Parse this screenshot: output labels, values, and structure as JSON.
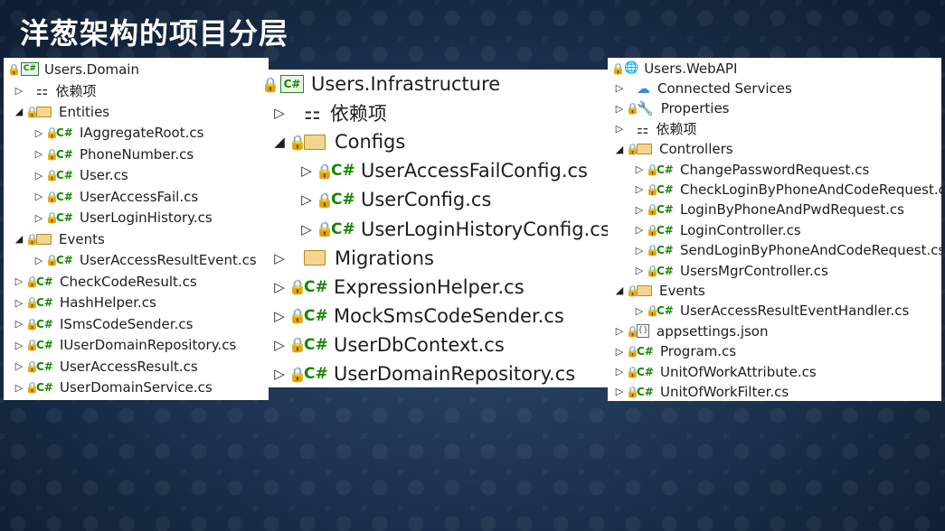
{
  "slide": {
    "title": "洋葱架构的项目分层"
  },
  "domain": {
    "project": "Users.Domain",
    "items": [
      {
        "label": "依赖项",
        "kind": "deps",
        "level": 1
      },
      {
        "label": "Entities",
        "kind": "folder",
        "level": 1,
        "expanded": true
      },
      {
        "label": "IAggregateRoot.cs",
        "kind": "cs",
        "level": 2
      },
      {
        "label": "PhoneNumber.cs",
        "kind": "cs",
        "level": 2
      },
      {
        "label": "User.cs",
        "kind": "cs",
        "level": 2
      },
      {
        "label": "UserAccessFail.cs",
        "kind": "cs",
        "level": 2
      },
      {
        "label": "UserLoginHistory.cs",
        "kind": "cs",
        "level": 2
      },
      {
        "label": "Events",
        "kind": "folder",
        "level": 1,
        "expanded": true
      },
      {
        "label": "UserAccessResultEvent.cs",
        "kind": "cs",
        "level": 2
      },
      {
        "label": "CheckCodeResult.cs",
        "kind": "cs",
        "level": 1
      },
      {
        "label": "HashHelper.cs",
        "kind": "cs",
        "level": 1
      },
      {
        "label": "ISmsCodeSender.cs",
        "kind": "cs",
        "level": 1
      },
      {
        "label": "IUserDomainRepository.cs",
        "kind": "cs",
        "level": 1
      },
      {
        "label": "UserAccessResult.cs",
        "kind": "cs",
        "level": 1
      },
      {
        "label": "UserDomainService.cs",
        "kind": "cs",
        "level": 1
      }
    ]
  },
  "infra": {
    "project": "Users.Infrastructure",
    "items": [
      {
        "label": "依赖项",
        "kind": "deps",
        "level": 1
      },
      {
        "label": "Configs",
        "kind": "folder",
        "level": 1,
        "expanded": true
      },
      {
        "label": "UserAccessFailConfig.cs",
        "kind": "cs",
        "level": 2
      },
      {
        "label": "UserConfig.cs",
        "kind": "cs",
        "level": 2
      },
      {
        "label": "UserLoginHistoryConfig.cs",
        "kind": "cs",
        "level": 2
      },
      {
        "label": "Migrations",
        "kind": "folder-plain",
        "level": 1
      },
      {
        "label": "ExpressionHelper.cs",
        "kind": "cs",
        "level": 1
      },
      {
        "label": "MockSmsCodeSender.cs",
        "kind": "cs",
        "level": 1
      },
      {
        "label": "UserDbContext.cs",
        "kind": "cs",
        "level": 1
      },
      {
        "label": "UserDomainRepository.cs",
        "kind": "cs",
        "level": 1
      }
    ]
  },
  "webapi": {
    "project": "Users.WebAPI",
    "items": [
      {
        "label": "Connected Services",
        "kind": "cloud",
        "level": 1
      },
      {
        "label": "Properties",
        "kind": "props",
        "level": 1
      },
      {
        "label": "依赖项",
        "kind": "deps",
        "level": 1
      },
      {
        "label": "Controllers",
        "kind": "folder",
        "level": 1,
        "expanded": true
      },
      {
        "label": "ChangePasswordRequest.cs",
        "kind": "cs",
        "level": 2
      },
      {
        "label": "CheckLoginByPhoneAndCodeRequest.cs",
        "kind": "cs",
        "level": 2
      },
      {
        "label": "LoginByPhoneAndPwdRequest.cs",
        "kind": "cs",
        "level": 2
      },
      {
        "label": "LoginController.cs",
        "kind": "cs",
        "level": 2
      },
      {
        "label": "SendLoginByPhoneAndCodeRequest.cs",
        "kind": "cs",
        "level": 2
      },
      {
        "label": "UsersMgrController.cs",
        "kind": "cs",
        "level": 2
      },
      {
        "label": "Events",
        "kind": "folder",
        "level": 1,
        "expanded": true
      },
      {
        "label": "UserAccessResultEventHandler.cs",
        "kind": "cs",
        "level": 2
      },
      {
        "label": "appsettings.json",
        "kind": "json",
        "level": 1
      },
      {
        "label": "Program.cs",
        "kind": "cs",
        "level": 1
      },
      {
        "label": "UnitOfWorkAttribute.cs",
        "kind": "cs",
        "level": 1
      },
      {
        "label": "UnitOfWorkFilter.cs",
        "kind": "cs",
        "level": 1
      }
    ]
  },
  "icons": {
    "expanded": "◢",
    "collapsed": "▷",
    "lock": "🔒",
    "cs": "C#",
    "deps": "⚏",
    "json": "{}",
    "cloud": "☁",
    "wrench": "🔧",
    "globe": "🌐"
  }
}
